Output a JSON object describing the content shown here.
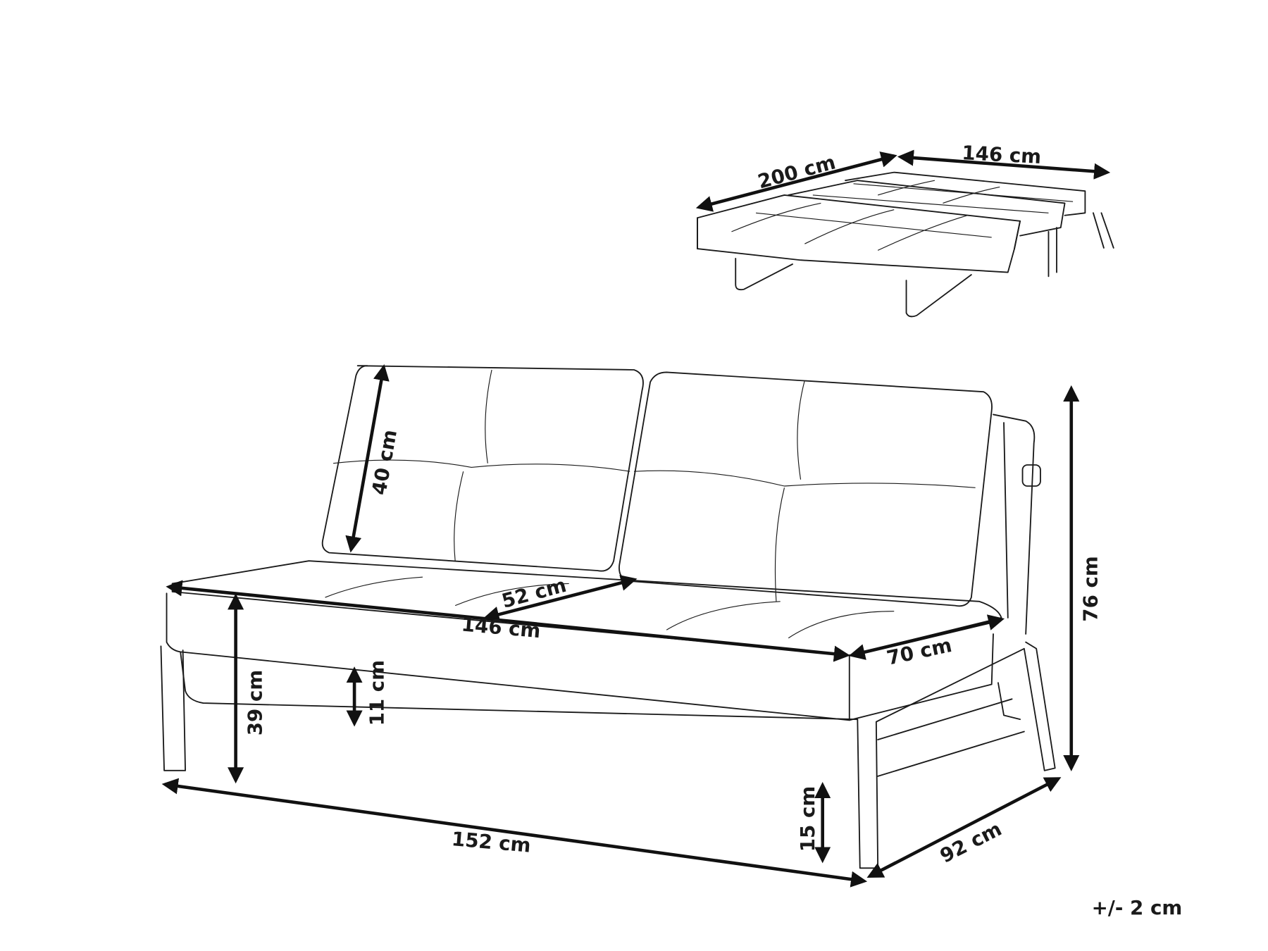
{
  "dimensions": {
    "bed_length": "200 cm",
    "bed_width": "146 cm",
    "backrest_height": "40 cm",
    "total_height": "76 cm",
    "seat_depth": "52 cm",
    "seat_width": "146 cm",
    "side_depth": "70 cm",
    "seat_height": "39 cm",
    "cushion_thickness": "11 cm",
    "leg_clearance": "15 cm",
    "total_width": "152 cm",
    "total_depth": "92 cm"
  },
  "tolerance": "+/- 2 cm",
  "colors": {
    "line": "#1a1a1a",
    "background": "#ffffff"
  }
}
